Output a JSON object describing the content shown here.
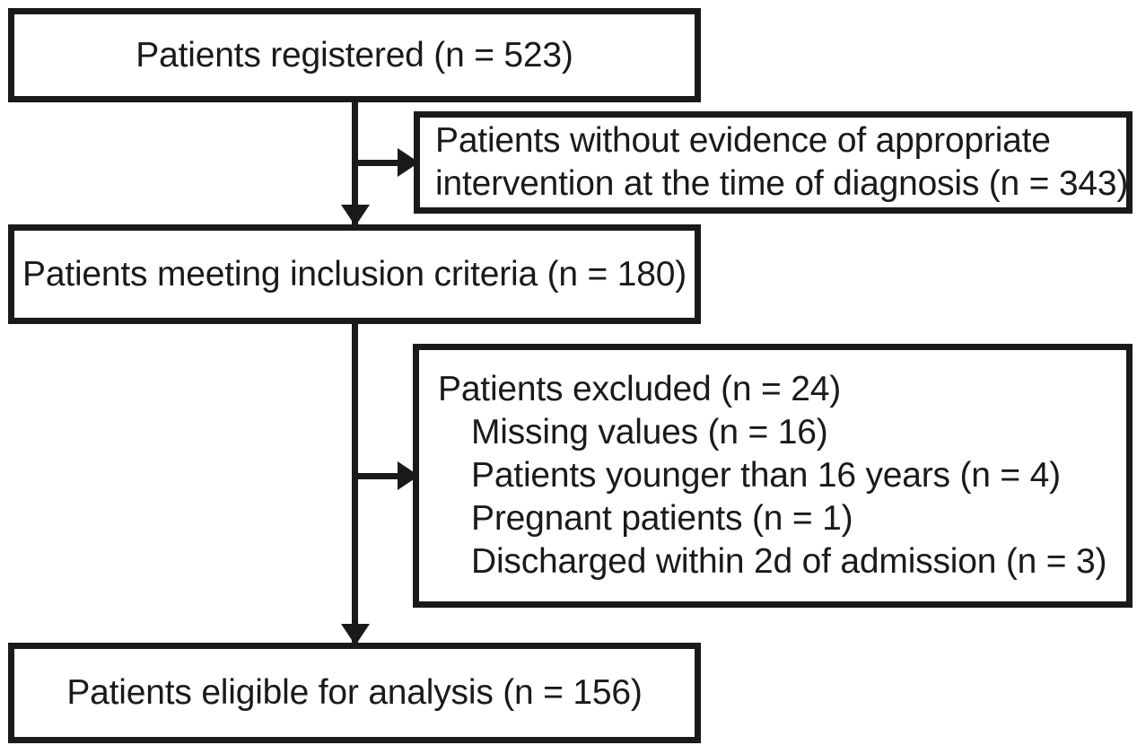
{
  "figure": {
    "type": "flowchart",
    "orientation": "vertical",
    "colors": {
      "stroke": "#1a1a1a",
      "fill": "#ffffff",
      "text": "#1a1a1a"
    }
  },
  "nodes": {
    "registered": {
      "text": "Patients registered (n = 523)",
      "count": 523
    },
    "no_evidence": {
      "line1": "Patients without evidence of appropriate",
      "line2": "intervention at the time of diagnosis (n = 343)",
      "count": 343
    },
    "inclusion": {
      "text": "Patients meeting inclusion criteria (n = 180)",
      "count": 180
    },
    "excluded": {
      "heading": "Patients excluded (n = 24)",
      "count": 24,
      "reasons": [
        {
          "text": "Missing values (n = 16)",
          "count": 16
        },
        {
          "text": "Patients younger than 16 years (n = 4)",
          "count": 4
        },
        {
          "text": "Pregnant patients (n = 1)",
          "count": 1
        },
        {
          "text": "Discharged within 2d of admission (n = 3)",
          "count": 3
        }
      ]
    },
    "eligible": {
      "text": "Patients eligible for analysis (n = 156)",
      "count": 156
    }
  },
  "connectors": [
    {
      "name": "registered-to-inclusion",
      "from": "registered",
      "to": "inclusion",
      "direction": "down",
      "arrowhead": "filled-triangle"
    },
    {
      "name": "registered-to-no-evidence",
      "from": "registered",
      "to": "no_evidence",
      "direction": "right",
      "arrowhead": "filled-triangle"
    },
    {
      "name": "inclusion-to-eligible",
      "from": "inclusion",
      "to": "eligible",
      "direction": "down",
      "arrowhead": "filled-triangle"
    },
    {
      "name": "inclusion-to-excluded",
      "from": "inclusion",
      "to": "excluded",
      "direction": "right",
      "arrowhead": "filled-triangle"
    }
  ]
}
